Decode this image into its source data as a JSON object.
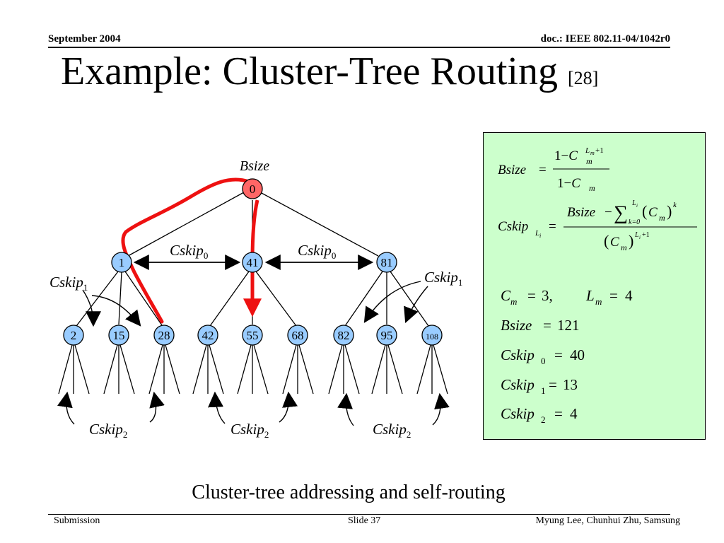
{
  "header": {
    "date": "September 2004",
    "doc_id": "doc.: IEEE 802.11-04/1042r0"
  },
  "title": {
    "text": "Example: Cluster-Tree Routing ",
    "ref": "[28]"
  },
  "tree": {
    "root_label": "Bsize",
    "nodes": [
      "0",
      "1",
      "41",
      "81",
      "2",
      "15",
      "28",
      "42",
      "55",
      "68",
      "82",
      "95",
      "108"
    ],
    "cskip_labels": {
      "name": "Cskip",
      "level0_sub": "0",
      "level1_sub": "1",
      "level2_sub": "2"
    }
  },
  "formulas": {
    "bsize_name": "Bsize",
    "cskip_name": "Cskip",
    "eq": "=",
    "one": "1",
    "minus": "−",
    "c": "C",
    "m": "m",
    "l": "L",
    "li": "i",
    "k": "k",
    "k0": "k=0",
    "plus1": "+1",
    "sum": "∑",
    "lparen": "(",
    "rparen": ")",
    "values": [
      {
        "name": "C",
        "sub": "m",
        "value": "3,"
      },
      {
        "name": "L",
        "sub": "m",
        "value": "4"
      },
      {
        "name": "Bsize",
        "sub": "",
        "value": "121"
      },
      {
        "name": "Cskip",
        "sub": "0",
        "value": "40"
      },
      {
        "name": "Cskip",
        "sub": "1",
        "value": "13"
      },
      {
        "name": "Cskip",
        "sub": "2",
        "value": "4"
      }
    ]
  },
  "caption": "Cluster-tree addressing and self-routing",
  "footer": {
    "left": "Submission",
    "slide": "Slide 37",
    "right": "Myung Lee, Chunhui Zhu, Samsung"
  },
  "colors": {
    "node_fill": "#99ccff",
    "root_fill": "#ff6666",
    "route": "#ee1111",
    "formula_bg": "#ccffcc"
  }
}
